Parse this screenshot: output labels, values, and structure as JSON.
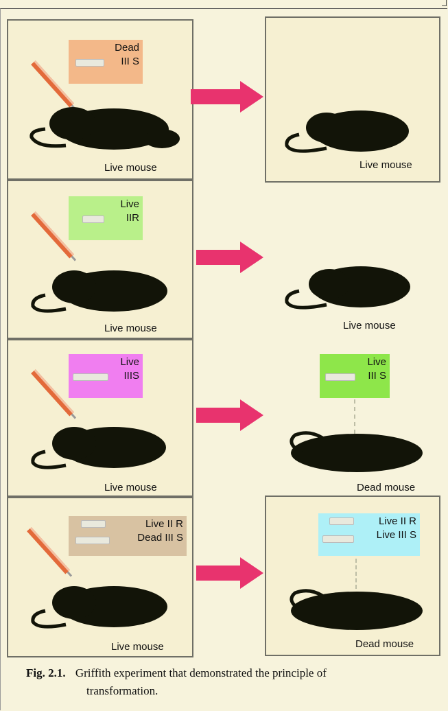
{
  "rows": [
    {
      "inject_label": [
        "Dead",
        "III S"
      ],
      "inject_color": "#f3b889",
      "left_mouse_label": "Live mouse",
      "right_label": [],
      "right_mouse_label": "Live mouse"
    },
    {
      "inject_label": [
        "Live",
        "IIR"
      ],
      "inject_color": "#b9f08a",
      "left_mouse_label": "Live mouse",
      "right_label": [],
      "right_mouse_label": "Live mouse"
    },
    {
      "inject_label": [
        "Live",
        "IIIS"
      ],
      "inject_color": "#f07ef0",
      "left_mouse_label": "Live mouse",
      "right_label": [
        "Live",
        "III S"
      ],
      "right_label_color": "#8ee64a",
      "right_mouse_label": "Dead mouse"
    },
    {
      "inject_label": [
        "Live II R",
        "Dead III S"
      ],
      "inject_color": "#d8c2a2",
      "left_mouse_label": "Live mouse",
      "right_label": [
        "Live II R",
        "Live III S"
      ],
      "right_label_color": "#aef0f7",
      "right_mouse_label": "Dead mouse"
    }
  ],
  "caption": {
    "fig": "Fig. 2.1.",
    "line1": "Griffith experiment that demonstrated the principle of",
    "line2": "transformation."
  },
  "colors": {
    "arrow": "#e8336e",
    "mouse": "#121408",
    "syringe": "#e36a3a"
  },
  "icons": [
    "syringe-icon",
    "mouse-icon",
    "arrow-right-icon"
  ]
}
